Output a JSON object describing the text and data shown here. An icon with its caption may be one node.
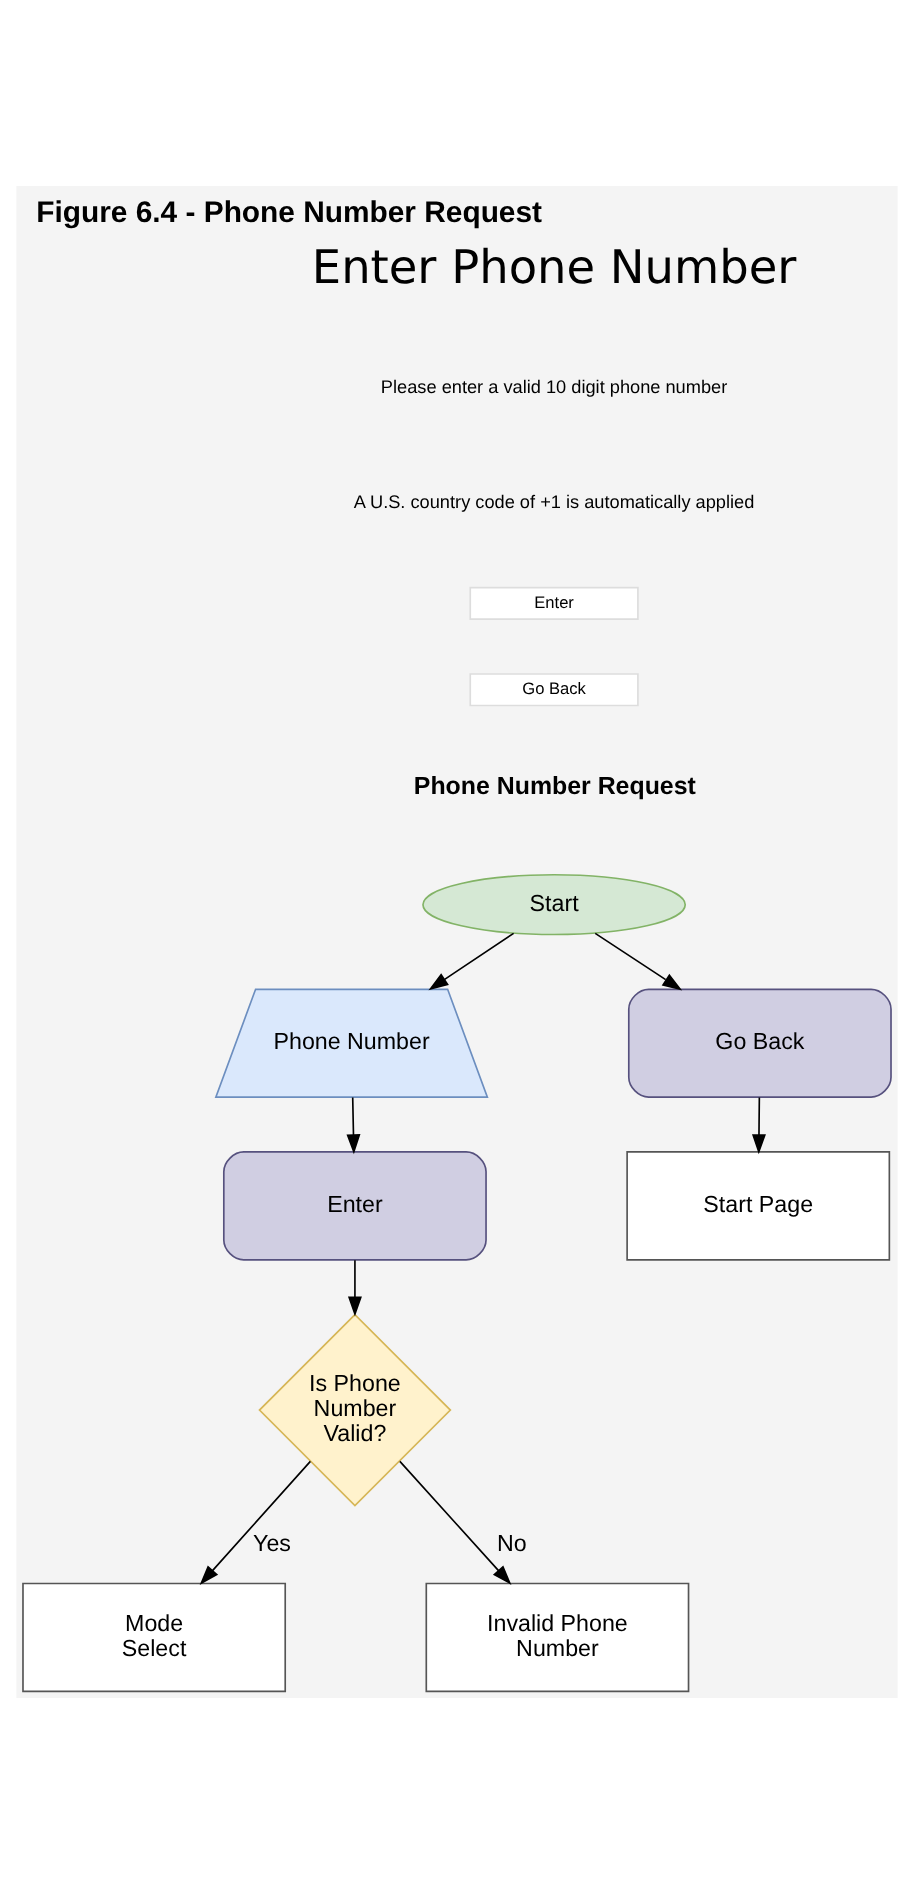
{
  "diagram": {
    "title": "Figure 6.4 - Phone Number Request",
    "nodes": [
      {
        "text": [
          "Start"
        ]
      },
      {
        "text": [
          "Phone Number"
        ]
      },
      {
        "text": [
          "Go Back"
        ]
      },
      {
        "text": [
          "Enter"
        ]
      },
      {
        "text": [
          "Start Page"
        ]
      },
      {
        "text": [
          "Is Phone Number Valid?"
        ]
      },
      {
        "text": [
          "Mode Select"
        ]
      },
      {
        "text": [
          "Invalid Phone Number"
        ]
      }
    ],
    "edges": [
      {
        "from": 0,
        "to": 1,
        "arrow": "to"
      },
      {
        "from": 0,
        "to": 2,
        "arrow": "to"
      },
      {
        "from": 1,
        "to": 3,
        "arrow": "to"
      },
      {
        "from": 2,
        "to": 4,
        "arrow": "to"
      },
      {
        "from": 3,
        "to": 5,
        "arrow": "to"
      },
      {
        "from": 5,
        "to": 6,
        "label": "Yes",
        "arrow": "to"
      },
      {
        "from": 5,
        "to": 7,
        "label": "No",
        "arrow": "to"
      }
    ],
    "labels": [
      "Enter Phone Number",
      "Please enter a valid 10 digit phone number",
      "A U.S. country code of +1 is automatically applied",
      "Enter",
      "Go Back",
      "Phone Number Request"
    ]
  }
}
